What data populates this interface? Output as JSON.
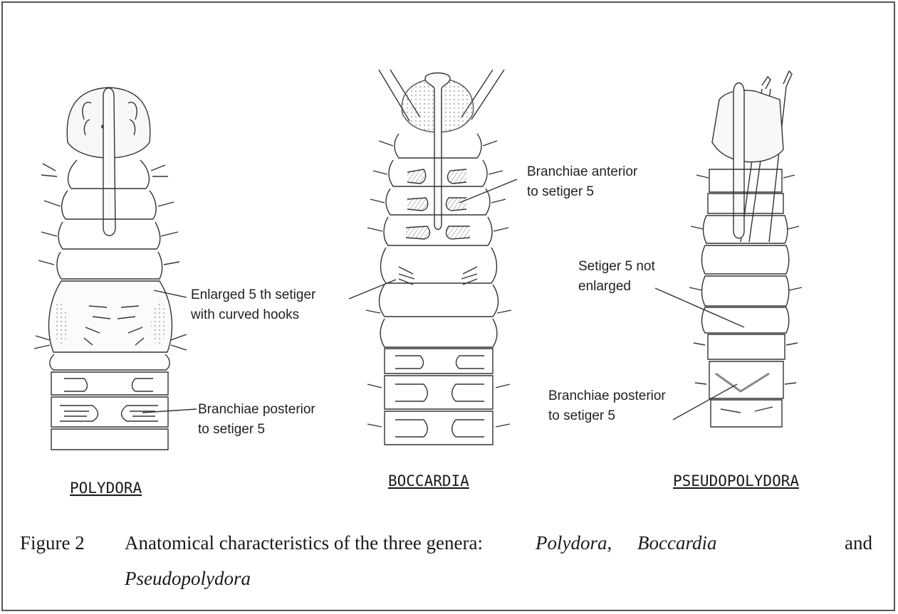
{
  "figure": {
    "genera": [
      {
        "name": "POLYDORA"
      },
      {
        "name": "BOCCARDIA"
      },
      {
        "name": "PSEUDOPOLYDORA"
      }
    ],
    "annotations": {
      "polydora_setiger_line1": "Enlarged 5 th setiger",
      "polydora_setiger_line2": "with curved hooks",
      "polydora_branchiae_line1": "Branchiae posterior",
      "polydora_branchiae_line2": "to setiger 5",
      "boccardia_branchiae_line1": "Branchiae anterior",
      "boccardia_branchiae_line2": "to setiger 5",
      "pseudo_setiger_line1": "Setiger 5 not",
      "pseudo_setiger_line2": "enlarged",
      "pseudo_branchiae_line1": "Branchiae posterior",
      "pseudo_branchiae_line2": "to setiger 5"
    },
    "caption": {
      "label": "Figure 2",
      "text_plain": "Anatomical characteristics of the three genera:",
      "italic_1": "Polydora,",
      "italic_2": "Boccardia",
      "conjunction": "and",
      "italic_3": "Pseudopolydora"
    },
    "colors": {
      "border": "#555555",
      "outline": "#333333",
      "stipple": "#9a9a9a",
      "text": "#1a1a1a"
    }
  }
}
